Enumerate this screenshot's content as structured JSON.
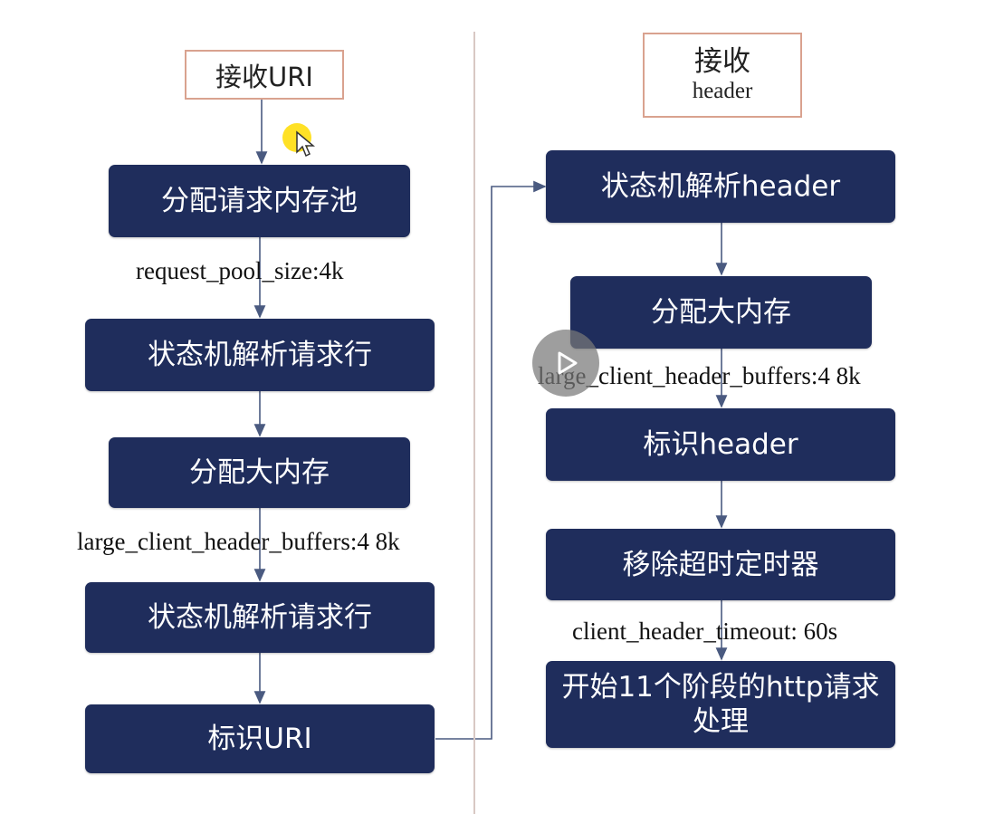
{
  "left": {
    "header_box": "接收URI",
    "steps": [
      "分配请求内存池",
      "状态机解析请求行",
      "分配大内存",
      "状态机解析请求行",
      "标识URI"
    ],
    "labels": [
      "request_pool_size:4k",
      "large_client_header_buffers:4 8k"
    ]
  },
  "right": {
    "header_box_line1": "接收",
    "header_box_line2": "header",
    "steps": [
      "状态机解析header",
      "分配大内存",
      "标识header",
      "移除超时定时器",
      "开始11个阶段的http请求\n处理"
    ],
    "step5_line1": "开始11个阶段的http请求",
    "step5_line2": "处理",
    "labels": [
      "large_client_header_buffers:4 8k",
      "client_header_timeout: 60s"
    ]
  },
  "colors": {
    "box_fill": "#1f2d5c",
    "outline_border": "#d9a28f",
    "connector": "#4a5a80"
  },
  "icons": [
    "play-icon",
    "cursor-icon"
  ]
}
